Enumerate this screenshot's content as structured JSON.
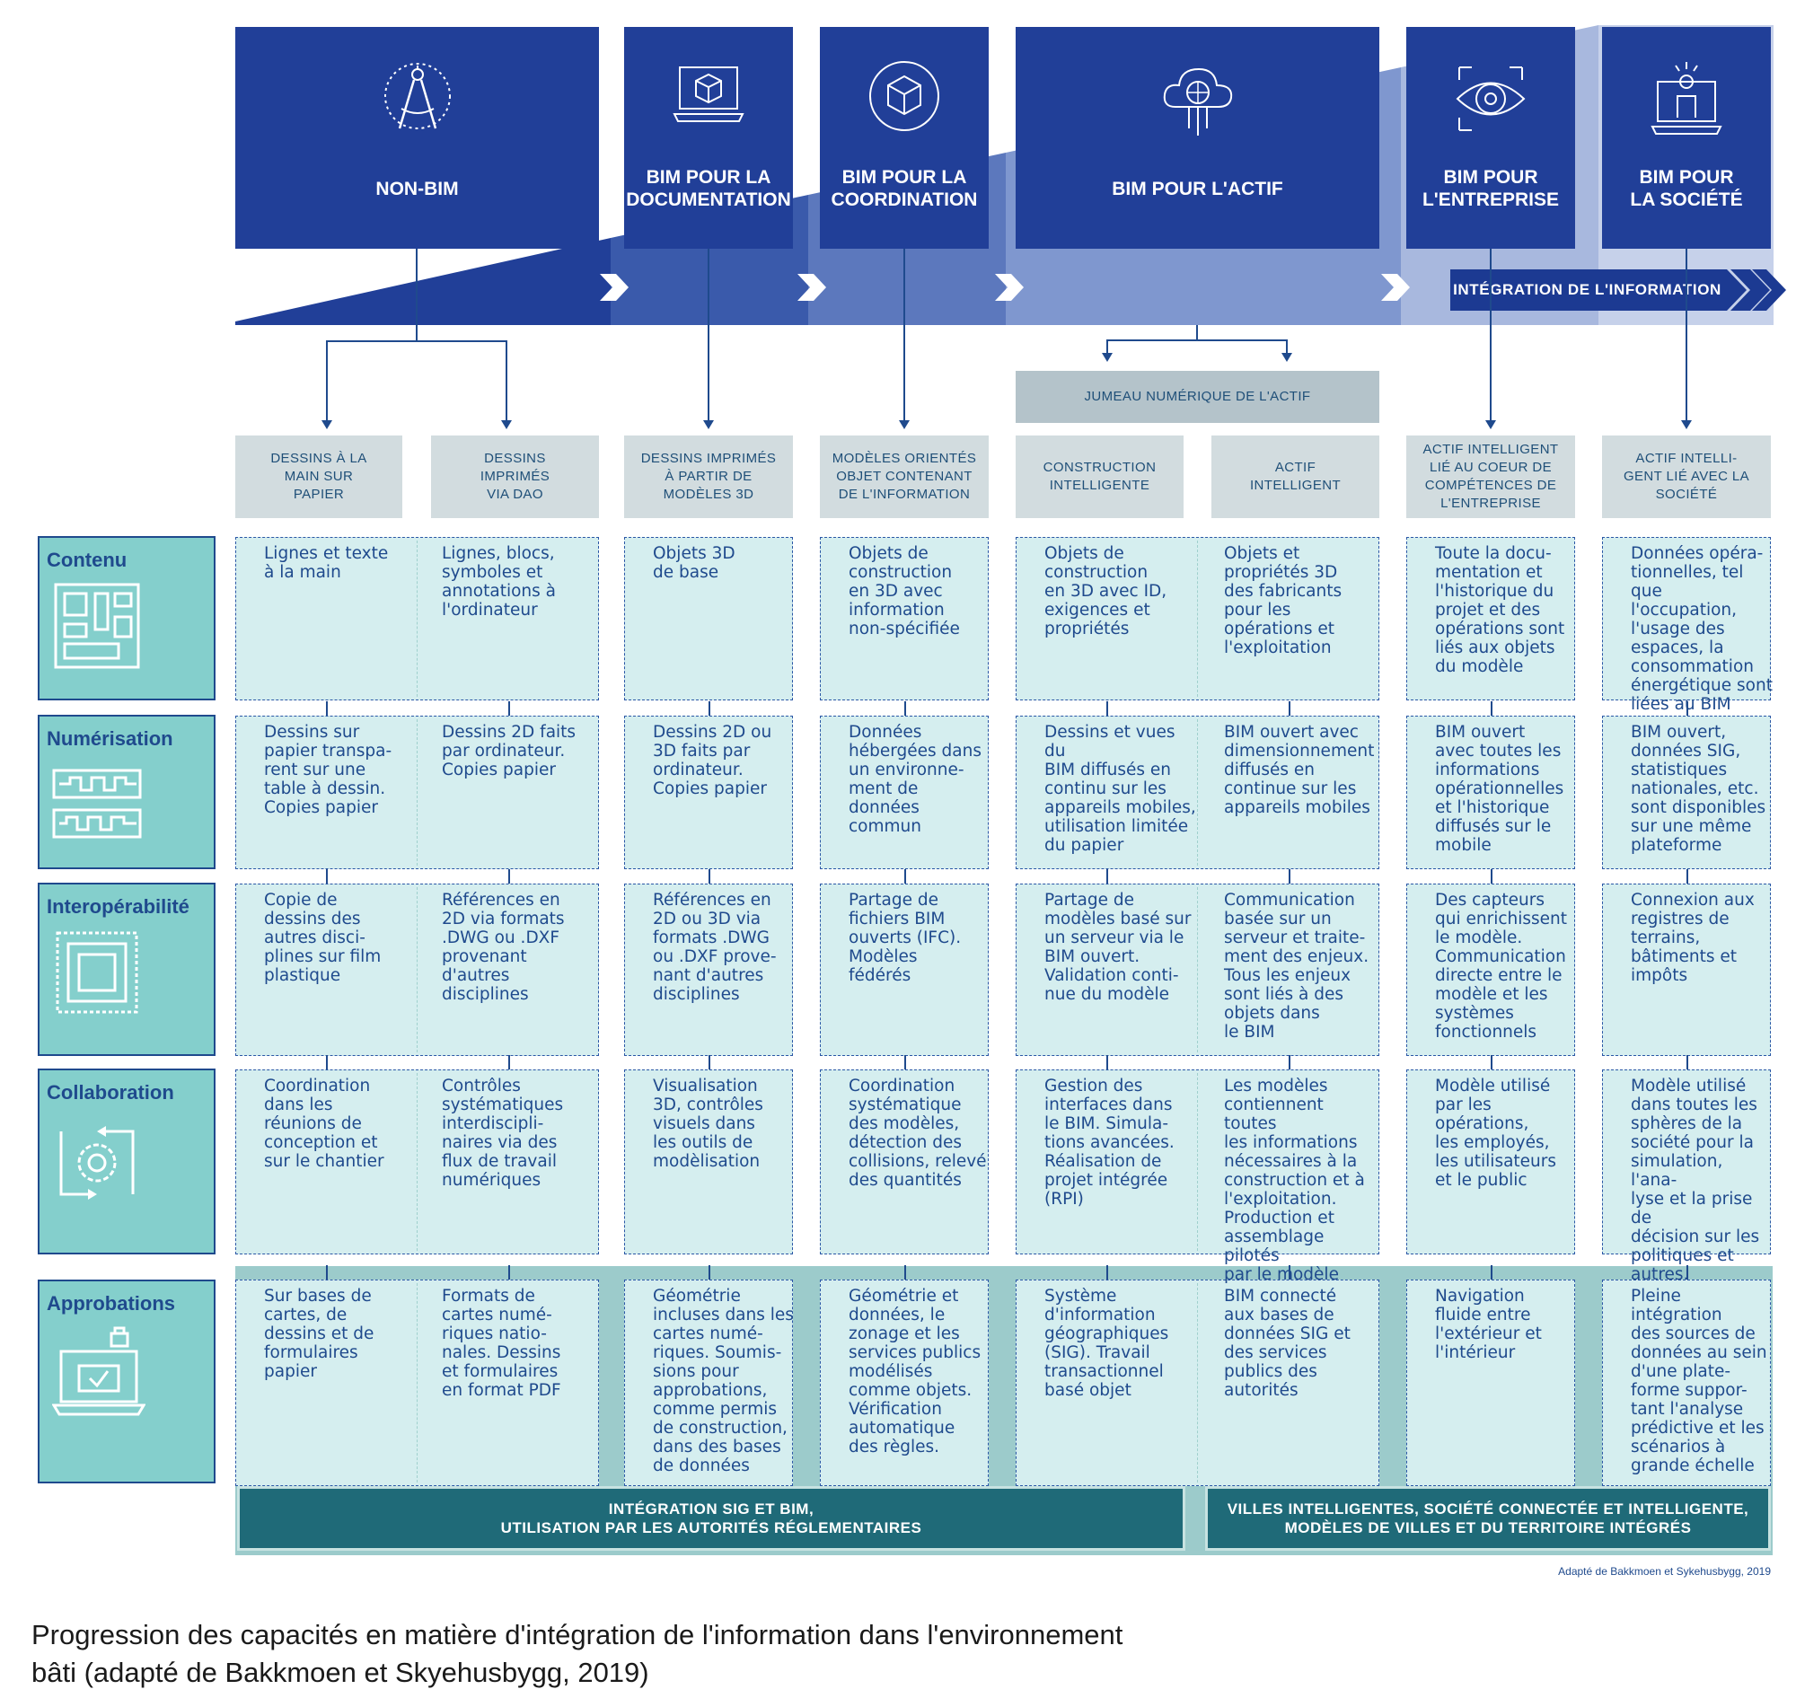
{
  "phases": [
    {
      "label": "NON-BIM",
      "icon": "compass-icon"
    },
    {
      "label": "BIM POUR LA\nDOCUMENTATION",
      "icon": "laptop-cube-icon"
    },
    {
      "label": "BIM POUR LA\nCOORDINATION",
      "icon": "circle-cube-icon"
    },
    {
      "label": "BIM POUR L'ACTIF",
      "icon": "cloud-globe-icon"
    },
    {
      "label": "BIM POUR\nL'ENTREPRISE",
      "icon": "eye-icon"
    },
    {
      "label": "BIM POUR\nLA SOCIÉTÉ",
      "icon": "person-screen-icon"
    }
  ],
  "integration_label": "INTÉGRATION DE L'INFORMATION",
  "jumeau_label": "JUMEAU NUMÉRIQUE DE L'ACTIF",
  "subheaders": [
    "DESSINS À LA\nMAIN SUR\nPAPIER",
    "DESSINS\nIMPRIMÉS\nVIA DAO",
    "DESSINS IMPRIMÉS\nÀ PARTIR DE\nMODÈLES 3D",
    "MODÈLES ORIENTÉS\nOBJET CONTENANT\nDE L'INFORMATION",
    "CONSTRUCTION\nINTELLIGENTE",
    "ACTIF\nINTELLIGENT",
    "ACTIF INTELLIGENT\nLIÉ AU COEUR DE\nCOMPÉTENCES DE\nL'ENTREPRISE",
    "ACTIF INTELLI-\nGENT LIÉ AVEC LA\nSOCIÉTÉ"
  ],
  "rows": [
    {
      "label": "Contenu",
      "icon": "circuit-board-icon",
      "cells": [
        "Lignes et texte\nà la main",
        "Lignes, blocs,\nsymboles et\nannotations à\nl'ordinateur",
        "Objets 3D\nde base",
        "Objets de\nconstruction\nen 3D avec\ninformation\nnon-spécifiée",
        "Objets de\nconstruction\nen 3D avec ID,\nexigences et\npropriétés",
        "Objets et\npropriétés 3D\ndes fabricants\npour les\nopérations et\nl'exploitation",
        "Toute la docu-\nmentation et\nl'historique du\nprojet et des\nopérations sont\nliés aux objets\ndu modèle",
        "Données opéra-\ntionnelles, tel\nque l'occupation,\nl'usage des\nespaces, la\nconsommation\nénergétique sont\nliées au BIM"
      ]
    },
    {
      "label": "Numérisation",
      "icon": "binary-strip-icon",
      "cells": [
        "Dessins sur\npapier transpa-\nrent sur une\ntable à dessin.\nCopies papier",
        "Dessins 2D faits\npar ordinateur.\nCopies papier",
        "Dessins 2D ou\n3D faits par\nordinateur.\nCopies papier",
        "Données\nhébergées dans\nun environne-\nment de\ndonnées\ncommun",
        "Dessins et vues du\nBIM diffusés en\ncontinu sur les\nappareils mobiles,\nutilisation limitée\ndu papier",
        "BIM ouvert avec\ndimensionnement\ndiffusés en\ncontinue sur les\nappareils mobiles",
        "BIM ouvert\navec toutes les\ninformations\nopérationnelles\net l'historique\ndiffusés sur le\nmobile",
        "BIM ouvert,\ndonnées SIG,\nstatistiques\nnationales, etc.\nsont disponibles\nsur une même\nplateforme"
      ]
    },
    {
      "label": "Interopérabilité",
      "icon": "chip-icon",
      "cells": [
        "Copie de\ndessins des\nautres disci-\nplines sur film\nplastique",
        "Références en\n2D via formats\n.DWG ou .DXF\nprovenant\nd'autres\ndisciplines",
        "Références en\n2D ou 3D via\nformats .DWG\nou .DXF prove-\nnant d'autres\ndisciplines",
        "Partage de\nfichiers BIM\nouverts (IFC).\nModèles\nfédérés",
        "Partage de\nmodèles basé sur\nun serveur via le\nBIM ouvert.\nValidation conti-\nnue du modèle",
        "Communication\nbasée sur un\nserveur et traite-\nment des enjeux.\nTous les enjeux\nsont liés à des\nobjets dans\nle BIM",
        "Des capteurs\nqui enrichissent\nle modèle.\nCommunication\ndirecte entre le\nmodèle et les\nsystèmes\nfonctionnels",
        "Connexion aux\nregistres de\nterrains,\nbâtiments et\nimpôts"
      ]
    },
    {
      "label": "Collaboration",
      "icon": "gear-cycle-icon",
      "cells": [
        "Coordination\ndans les\nréunions de\nconception et\nsur le chantier",
        "Contrôles\nsystématiques\ninterdiscipli-\nnaires via des\nflux de travail\nnumériques",
        "Visualisation\n3D, contrôles\nvisuels dans\nles outils de\nmodèlisation",
        "Coordination\nsystématique\ndes modèles,\ndétection des\ncollisions, relevé\ndes quantités",
        "Gestion des\ninterfaces dans\nle BIM. Simula-\ntions avancées.\nRéalisation de\nprojet intégrée\n(RPI)",
        "Les modèles\ncontiennent toutes\nles informations\nnécessaires à la\nconstruction et à\nl'exploitation.\nProduction et\nassemblage pilotés\npar le modèle",
        "Modèle utilisé\npar les\nopérations,\nles employés,\nles utilisateurs\net le public",
        "Modèle utilisé\ndans toutes les\nsphères de la\nsociété pour la\nsimulation, l'ana-\nlyse et la prise de\ndécision sur les\npolitiques et\nautres."
      ]
    },
    {
      "label": "Approbations",
      "icon": "laptop-check-icon",
      "cells": [
        "Sur bases de\ncartes, de\ndessins et de\nformulaires\npapier",
        "Formats de\ncartes numé-\nriques natio-\nnales. Dessins\net formulaires\nen format PDF",
        "Géométrie\nincluses dans les\ncartes numé-\nriques. Soumis-\nsions pour\napprobations,\ncomme permis\nde construction,\ndans des bases\nde données",
        "Géométrie et\ndonnées, le\nzonage et les\nservices publics\nmodélisés\ncomme objets.\nVérification\nautomatique\ndes règles.",
        "Système\nd'information\ngéographiques\n(SIG). Travail\ntransactionnel\nbasé objet",
        "BIM connecté\naux bases de\ndonnées SIG et\ndes services\npublics des\nautorités",
        "Navigation\nfluide entre\nl'extérieur et\nl'intérieur",
        "Pleine\nintégration\ndes sources de\ndonnées au sein\nd'une plate-\nforme suppor-\ntant l'analyse\nprédictive et les\nscénarios à\ngrande échelle"
      ]
    }
  ],
  "banners": [
    "INTÉGRATION SIG ET BIM,\nUTILISATION PAR LES AUTORITÉS RÉGLEMENTAIRES",
    "VILLES INTELLIGENTES, SOCIÉTÉ CONNECTÉE ET INTELLIGENTE,\nMODÈLES DE VILLES ET DU TERRITOIRE INTÉGRÉS"
  ],
  "source_note": "Adapté de Bakkmoen et Sykehusbygg, 2019",
  "caption": "Progression des capacités en matière d'intégration de l'information dans l'environnement\nbâti (adapté de Bakkmoen et Skyehusbygg, 2019)",
  "colors": {
    "phase": "#213f98",
    "row_label": "#84cfcc",
    "cell": "#d5eeef",
    "subheader": "#d2dcdf",
    "banner": "#1f6a78",
    "text_blue": "#1f4a8d"
  }
}
